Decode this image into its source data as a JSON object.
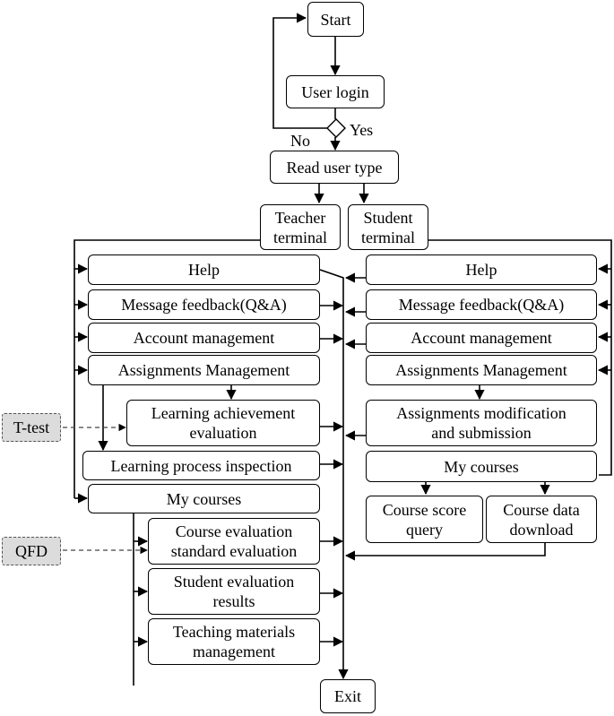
{
  "flow": {
    "start": "Start",
    "login": "User login",
    "yes": "Yes",
    "no": "No",
    "read_type": "Read user type",
    "teacher_terminal": "Teacher\nterminal",
    "student_terminal": "Student\nterminal",
    "exit": "Exit"
  },
  "teacher": {
    "help": "Help",
    "message": "Message feedback(Q&A)",
    "account": "Account management",
    "assignments": "Assignments Management",
    "achievement": "Learning achievement\nevaluation",
    "process": "Learning process inspection",
    "courses": "My courses",
    "course_eval": "Course evaluation\nstandard evaluation",
    "student_eval": "Student evaluation\nresults",
    "materials": "Teaching materials\nmanagement"
  },
  "student": {
    "help": "Help",
    "message": "Message feedback(Q&A)",
    "account": "Account management",
    "assignments": "Assignments Management",
    "modification": "Assignments modification\nand submission",
    "courses": "My courses",
    "score": "Course score\nquery",
    "download": "Course data\ndownload"
  },
  "tools": {
    "ttest": "T-test",
    "qfd": "QFD"
  }
}
